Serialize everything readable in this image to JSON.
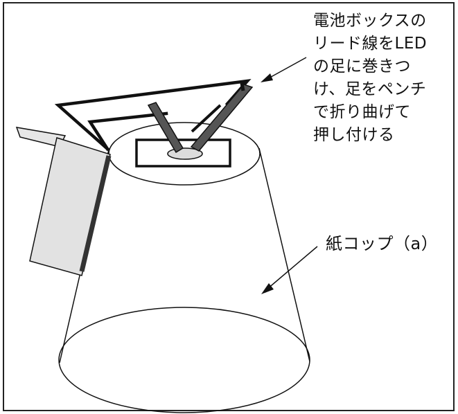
{
  "diagram": {
    "note_lines": [
      "電池ボックスの",
      "リード線をLED",
      "の足に巻きつ",
      "け、足をペンチ",
      "で折り曲げて",
      "押し付ける"
    ],
    "cup_label": "紙コップ（a）"
  },
  "colors": {
    "stroke": "#111111",
    "battery_fill": "#e2e2e2",
    "lead_dark": "#333333",
    "led_fill": "#dcdcdc",
    "background": "#ffffff"
  }
}
